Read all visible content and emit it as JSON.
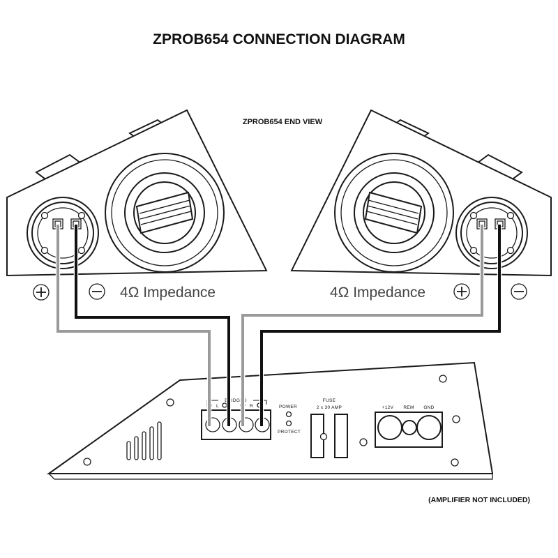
{
  "title": "ZPROB654 CONNECTION DIAGRAM",
  "end_view_label": "ZPROB654 END VIEW",
  "left_pod": {
    "impedance_label": "4Ω Impedance",
    "positive_symbol": "⊕",
    "negative_symbol": "⊖"
  },
  "right_pod": {
    "impedance_label": "4Ω Impedance",
    "positive_symbol": "⊕",
    "negative_symbol": "⊖"
  },
  "amplifier": {
    "bridged_label": "BRIDGED",
    "left_channel_label": "L",
    "right_channel_label": "R",
    "power_label": "POWER",
    "protect_label": "PROTECT",
    "fuse_label": "FUSE",
    "fuse_rating": "2 x 30 AMP",
    "plus12v_label": "+12V",
    "rem_label": "REM",
    "gnd_label": "GND"
  },
  "footnote": "(AMPLIFIER NOT INCLUDED)",
  "colors": {
    "positive_wire": "#9a9a9a",
    "negative_wire": "#111111",
    "outline": "#1a1a1a"
  }
}
